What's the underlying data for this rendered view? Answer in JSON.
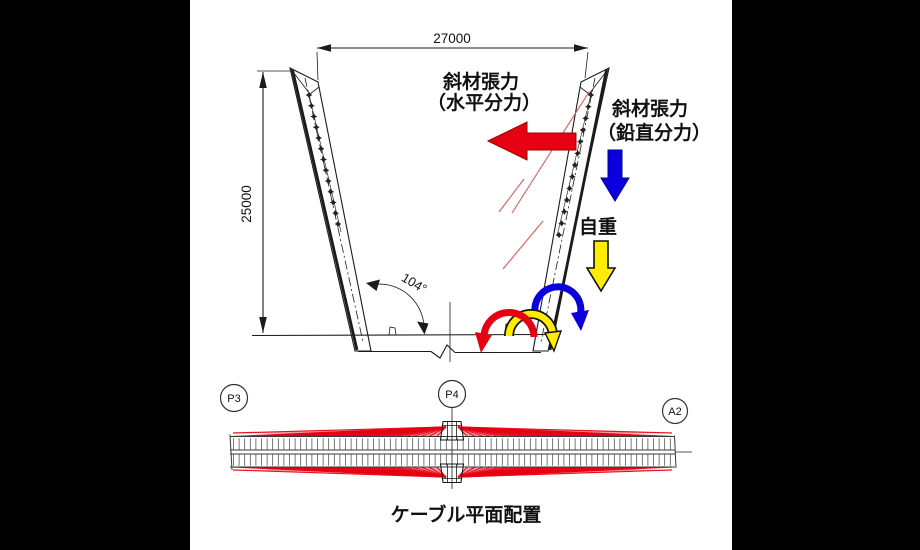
{
  "canvas": {
    "bg": "#000000",
    "panel_bg": "#ffffff"
  },
  "elevation": {
    "dim_width": "27000",
    "dim_height": "25000",
    "angle_label": "104°",
    "force_horizontal_line1": "斜材張力",
    "force_horizontal_line2": "（水平分力）",
    "force_vertical_line1": "斜材張力",
    "force_vertical_line2": "（鉛直分力）",
    "self_weight_label": "自重"
  },
  "plan": {
    "markers": [
      {
        "id": "P3"
      },
      {
        "id": "P4"
      },
      {
        "id": "A2"
      }
    ],
    "caption": "ケーブル平面配置"
  },
  "colors": {
    "red": "#e60012",
    "dark_red": "#990000",
    "blue": "#0b00dd",
    "dark_blue": "#000099",
    "yellow": "#ffec00",
    "cable_red": "#e05a5a",
    "line": "#1b1b1b"
  }
}
